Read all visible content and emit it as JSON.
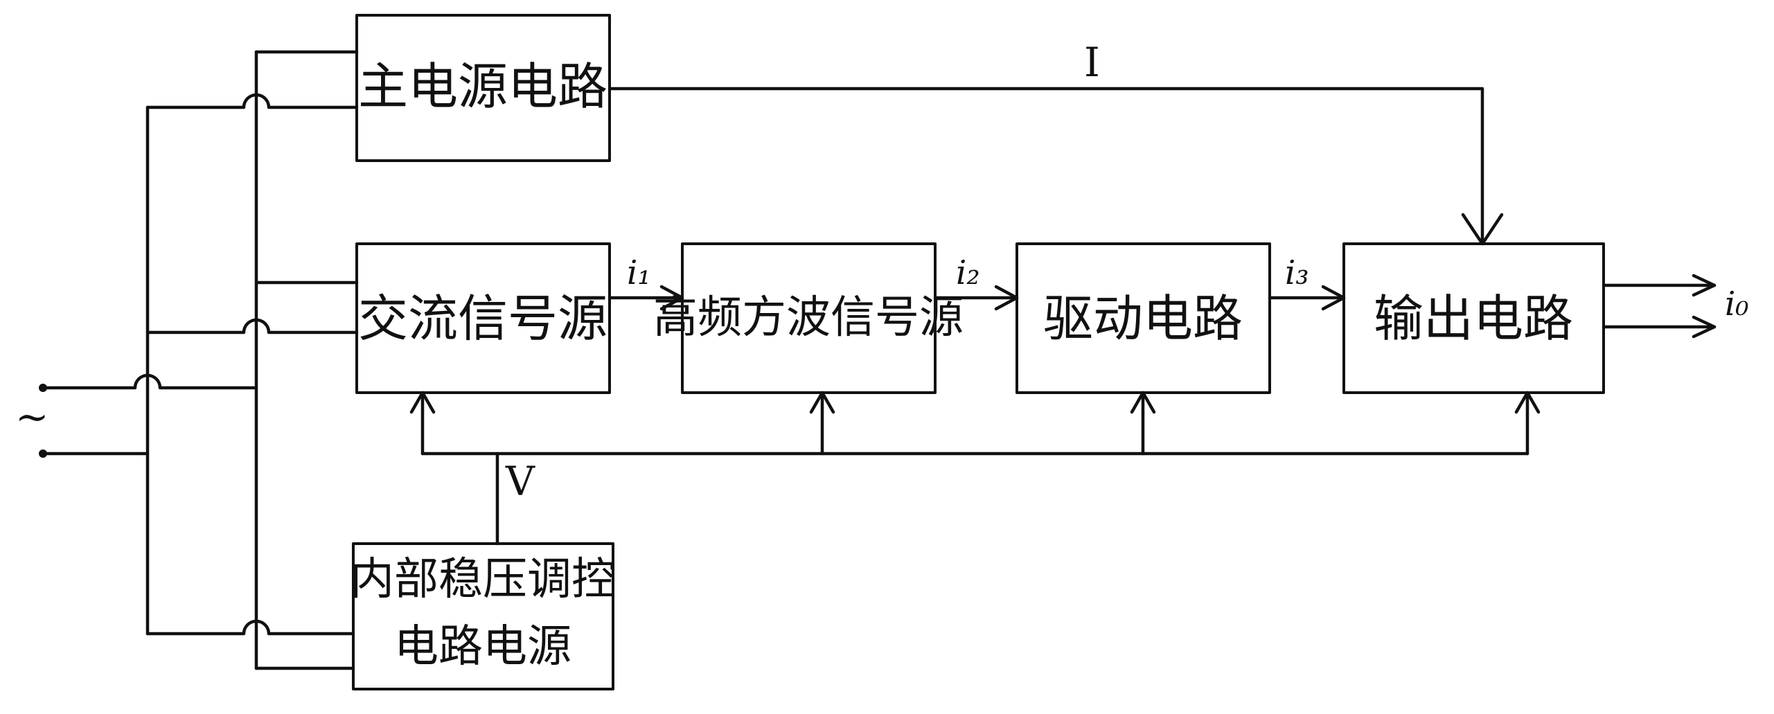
{
  "blocks": {
    "main_power": "主电源电路",
    "ac_source": "交流信号源",
    "hf_square": "高频方波信号源",
    "drive": "驱动电路",
    "output": "输出电路",
    "regulator_line1": "内部稳压调控",
    "regulator_line2": "电路电源"
  },
  "signals": {
    "current": "I",
    "voltage": "V",
    "i1": "i₁",
    "i2": "i₂",
    "i3": "i₃",
    "io": "i₀",
    "ac_symbol": "~"
  }
}
